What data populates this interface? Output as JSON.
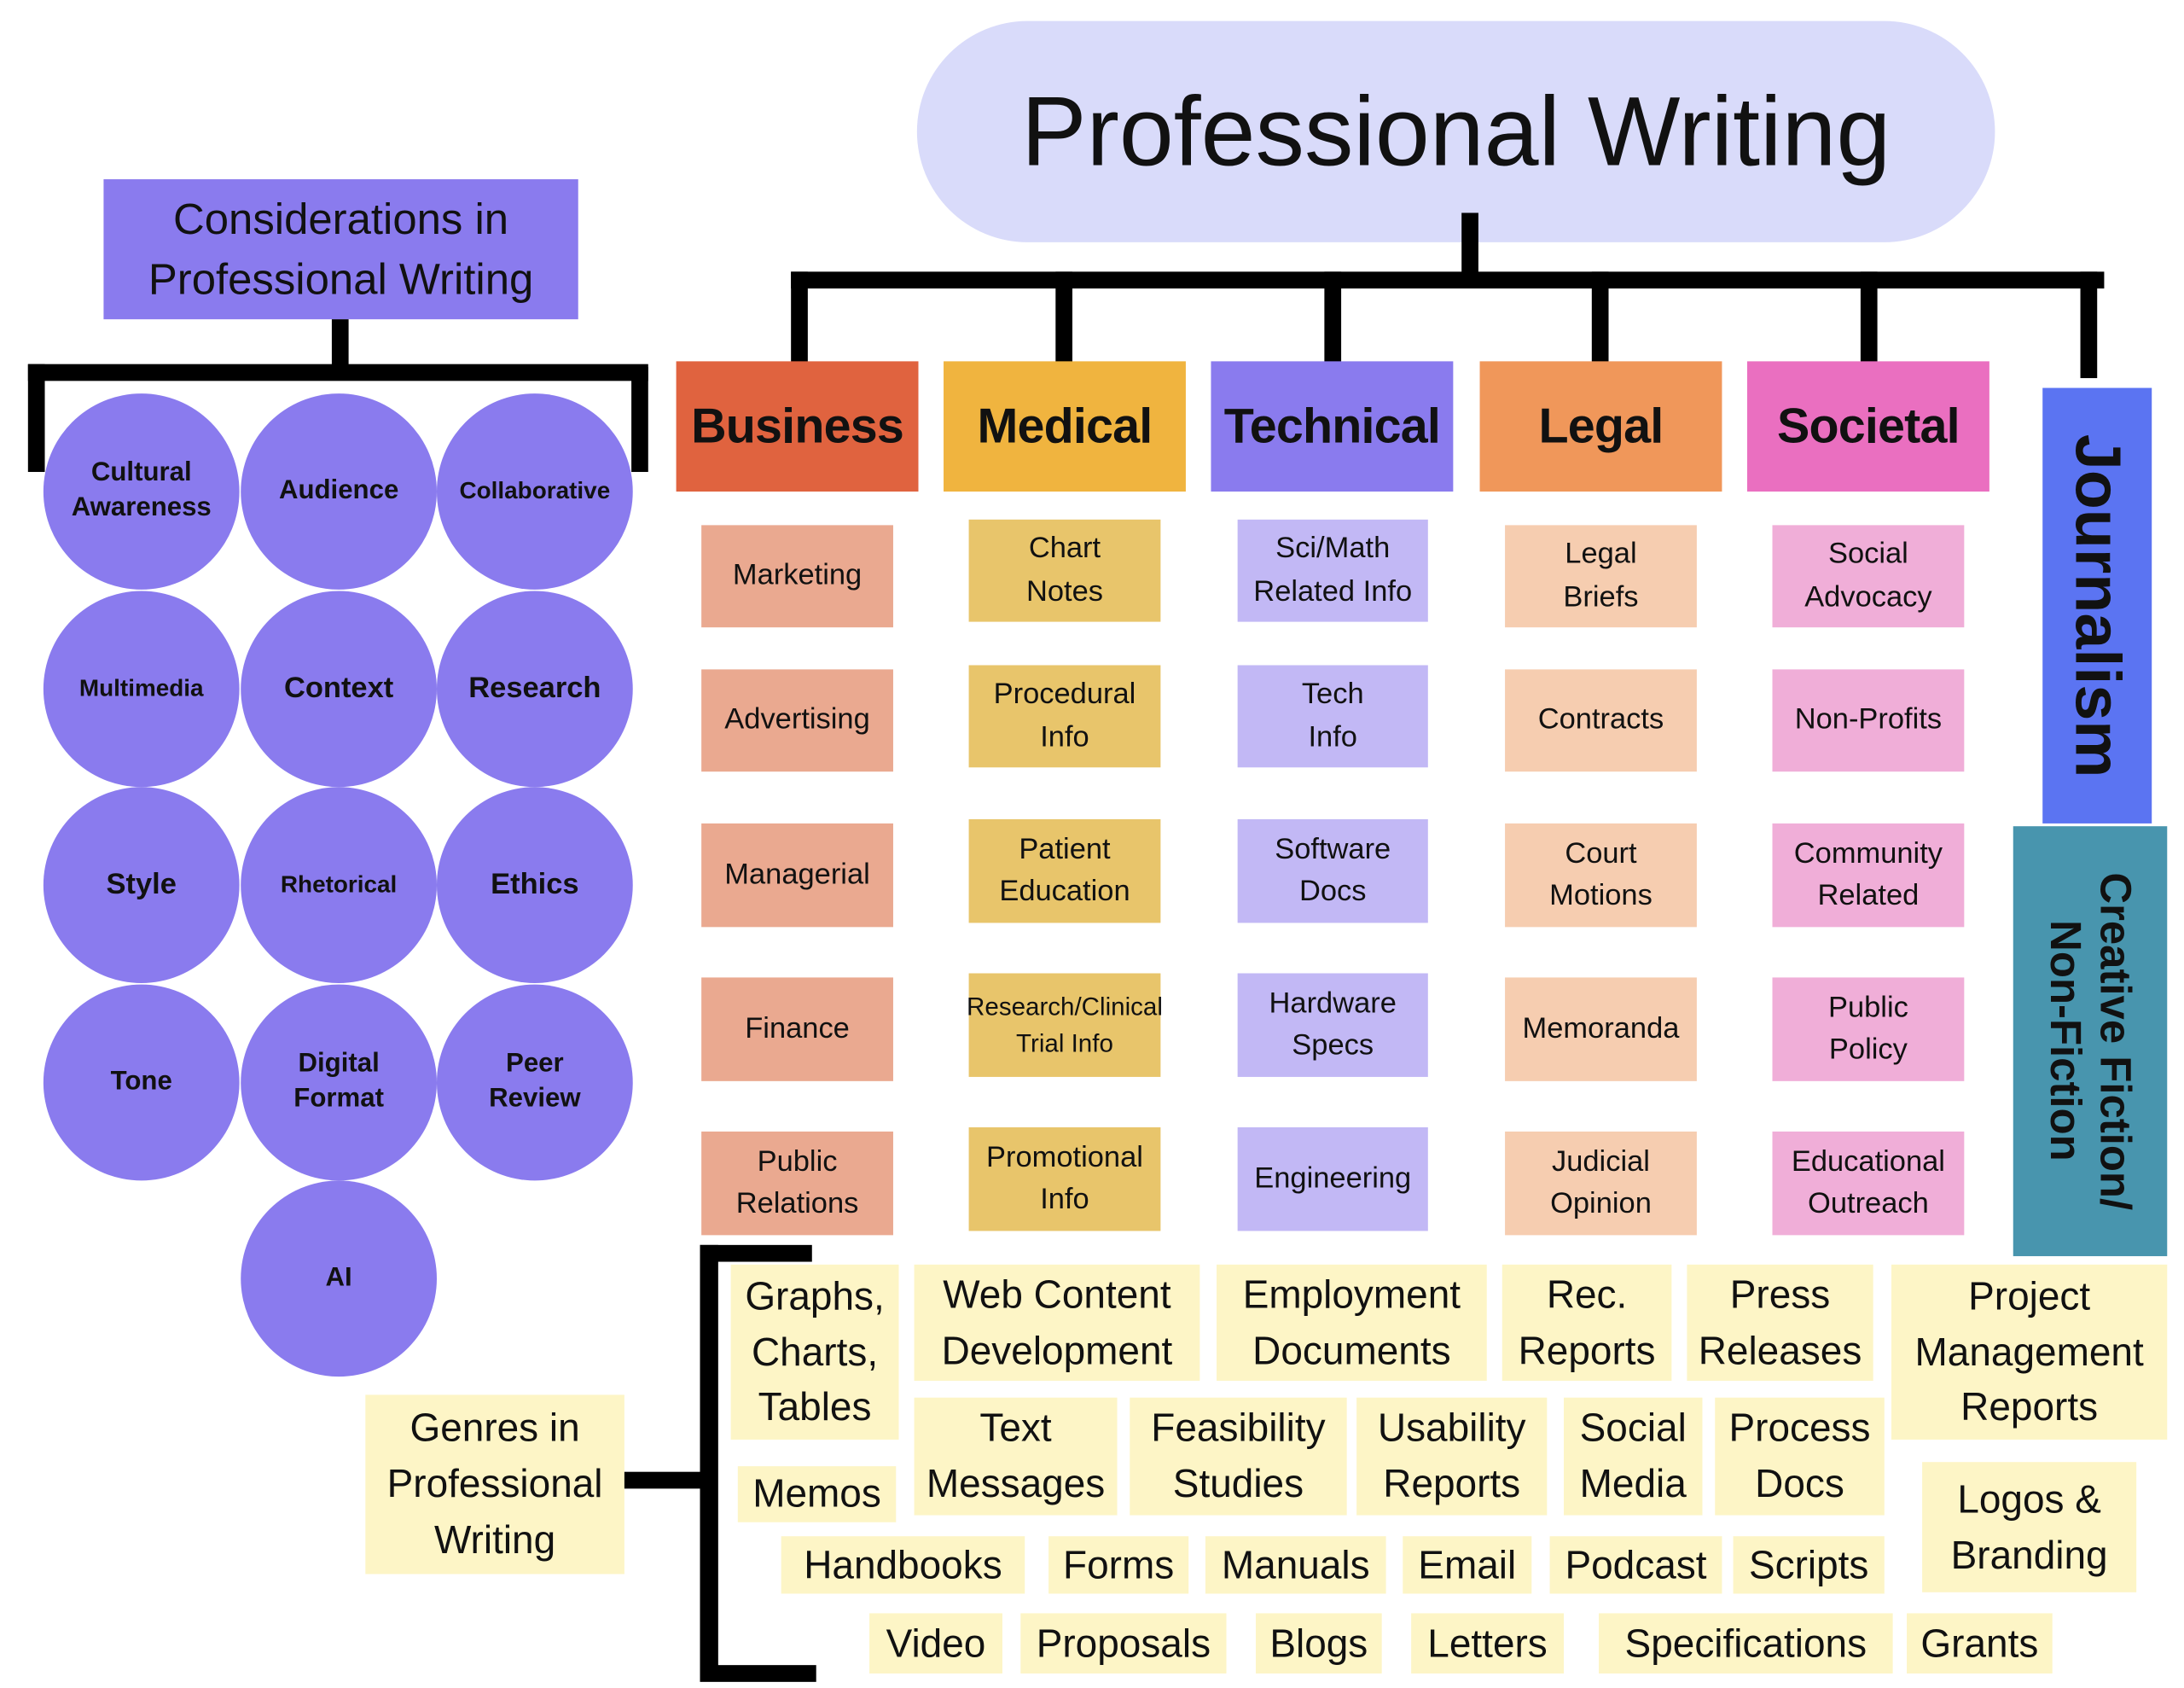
{
  "title": "Professional Writing",
  "colors": {
    "business": "#e0633f",
    "medical": "#f0b43f",
    "technical": "#8a7bee",
    "legal": "#f0975a",
    "societal": "#ea6fc0",
    "journalism": "#5b74f2",
    "creative": "#4895ae",
    "title_bg": "#d9dbfa",
    "genre_bg": "#fdf5c6"
  },
  "categories": [
    {
      "label": "Business",
      "items": [
        "Marketing",
        "Advertising",
        "Managerial",
        "Finance",
        "Public\nRelations"
      ]
    },
    {
      "label": "Medical",
      "items": [
        "Chart\nNotes",
        "Procedural\nInfo",
        "Patient\nEducation",
        "Research/Clinical\nTrial Info",
        "Promotional\nInfo"
      ]
    },
    {
      "label": "Technical",
      "items": [
        "Sci/Math\nRelated Info",
        "Tech\nInfo",
        "Software\nDocs",
        "Hardware\nSpecs",
        "Engineering"
      ]
    },
    {
      "label": "Legal",
      "items": [
        "Legal\nBriefs",
        "Contracts",
        "Court\nMotions",
        "Memoranda",
        "Judicial\nOpinion"
      ]
    },
    {
      "label": "Societal",
      "items": [
        "Social\nAdvocacy",
        "Non-Profits",
        "Community\nRelated",
        "Public\nPolicy",
        "Educational\nOutreach"
      ]
    }
  ],
  "journalism": "Journalism",
  "creative": "Creative Fiction/\nNon-Fiction",
  "considerations": {
    "title": "Considerations in\nProfessional Writing",
    "items": [
      "Cultural\nAwareness",
      "Audience",
      "Collaborative",
      "Multimedia",
      "Context",
      "Research",
      "Style",
      "Rhetorical",
      "Ethics",
      "Tone",
      "Digital\nFormat",
      "Peer\nReview",
      "AI"
    ]
  },
  "genres": {
    "title": "Genres in\nProfessional\nWriting",
    "items": [
      "Graphs,\nCharts,\nTables",
      "Web Content\nDevelopment",
      "Employment\nDocuments",
      "Rec.\nReports",
      "Press\nReleases",
      "Project\nManagement\nReports",
      "Text\nMessages",
      "Feasibility\nStudies",
      "Usability\nReports",
      "Social\nMedia",
      "Process\nDocs",
      "Logos &\nBranding",
      "Memos",
      "Handbooks",
      "Forms",
      "Manuals",
      "Email",
      "Podcast",
      "Scripts",
      "Video",
      "Proposals",
      "Blogs",
      "Letters",
      "Specifications",
      "Grants"
    ]
  }
}
